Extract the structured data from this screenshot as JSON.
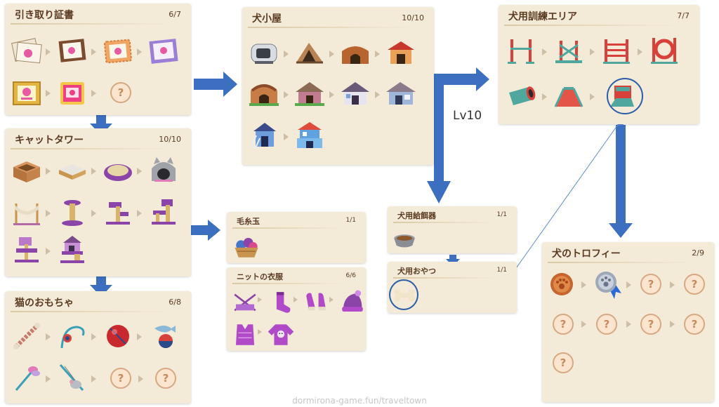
{
  "panels": {
    "certificate": {
      "title": "引き取り証書",
      "count": "6/7"
    },
    "doghouse": {
      "title": "犬小屋",
      "count": "10/10"
    },
    "training": {
      "title": "犬用訓練エリア",
      "count": "7/7"
    },
    "cattower": {
      "title": "キャットタワー",
      "count": "10/10"
    },
    "yarn": {
      "title": "毛糸玉",
      "count": "1/1"
    },
    "knit": {
      "title": "ニットの衣服",
      "count": "6/6"
    },
    "feeder": {
      "title": "犬用給餌器",
      "count": "1/1"
    },
    "treat": {
      "title": "犬用おやつ",
      "count": "1/1"
    },
    "cattoy": {
      "title": "猫のおもちゃ",
      "count": "6/8"
    },
    "trophy": {
      "title": "犬のトロフィー",
      "count": "2/9"
    }
  },
  "unknown_mark": "?",
  "level_label": "Lv10",
  "footer": "dormirona-game.fun/traveltown",
  "colors": {
    "panel": "#f3ead8",
    "arrow": "#3d6fc1",
    "title": "#5a3b22",
    "highlight": "#2b5da8"
  }
}
